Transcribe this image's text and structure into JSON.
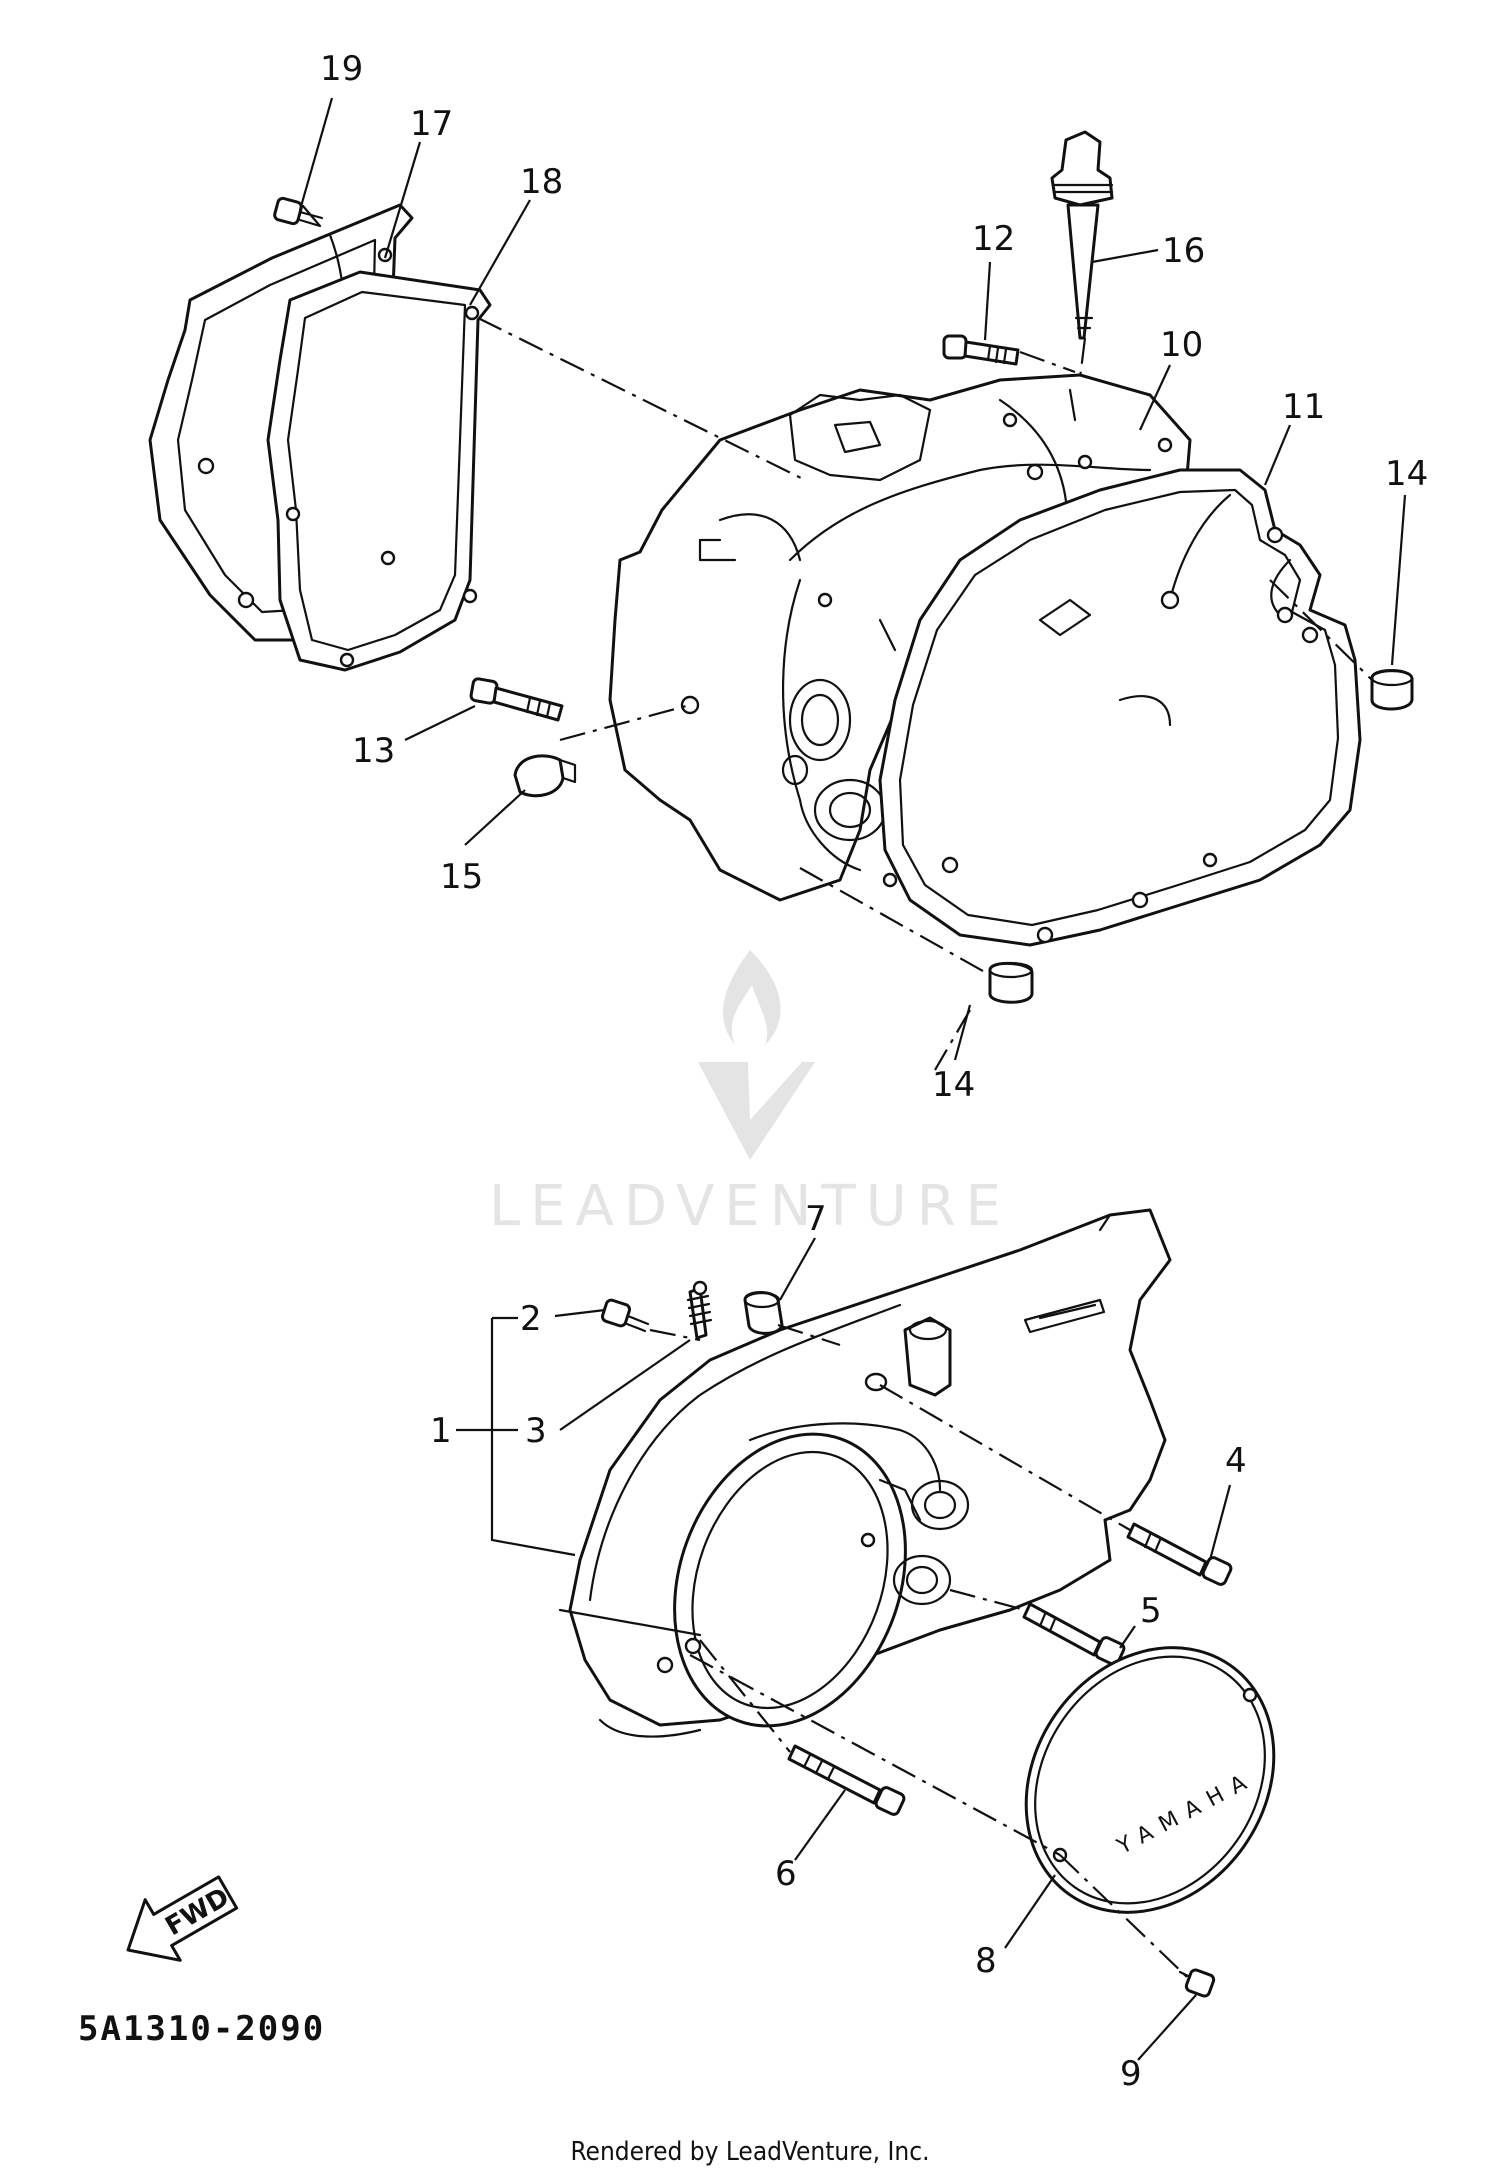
{
  "callouts": [
    {
      "id": "19",
      "label": "19"
    },
    {
      "id": "17",
      "label": "17"
    },
    {
      "id": "18",
      "label": "18"
    },
    {
      "id": "12",
      "label": "12"
    },
    {
      "id": "16",
      "label": "16"
    },
    {
      "id": "10",
      "label": "10"
    },
    {
      "id": "11",
      "label": "11"
    },
    {
      "id": "14a",
      "label": "14"
    },
    {
      "id": "13",
      "label": "13"
    },
    {
      "id": "15",
      "label": "15"
    },
    {
      "id": "14b",
      "label": "14"
    },
    {
      "id": "7",
      "label": "7"
    },
    {
      "id": "2",
      "label": "2"
    },
    {
      "id": "1",
      "label": "1"
    },
    {
      "id": "3",
      "label": "3"
    },
    {
      "id": "4",
      "label": "4"
    },
    {
      "id": "5",
      "label": "5"
    },
    {
      "id": "6",
      "label": "6"
    },
    {
      "id": "8",
      "label": "8"
    },
    {
      "id": "9",
      "label": "9"
    }
  ],
  "diagram_code": "5A1310-2090",
  "credit": "Rendered by LeadVenture, Inc.",
  "watermark": "LEADVENTURE",
  "fwd_label": "FWD",
  "cover_emblem": "YAMAHA"
}
